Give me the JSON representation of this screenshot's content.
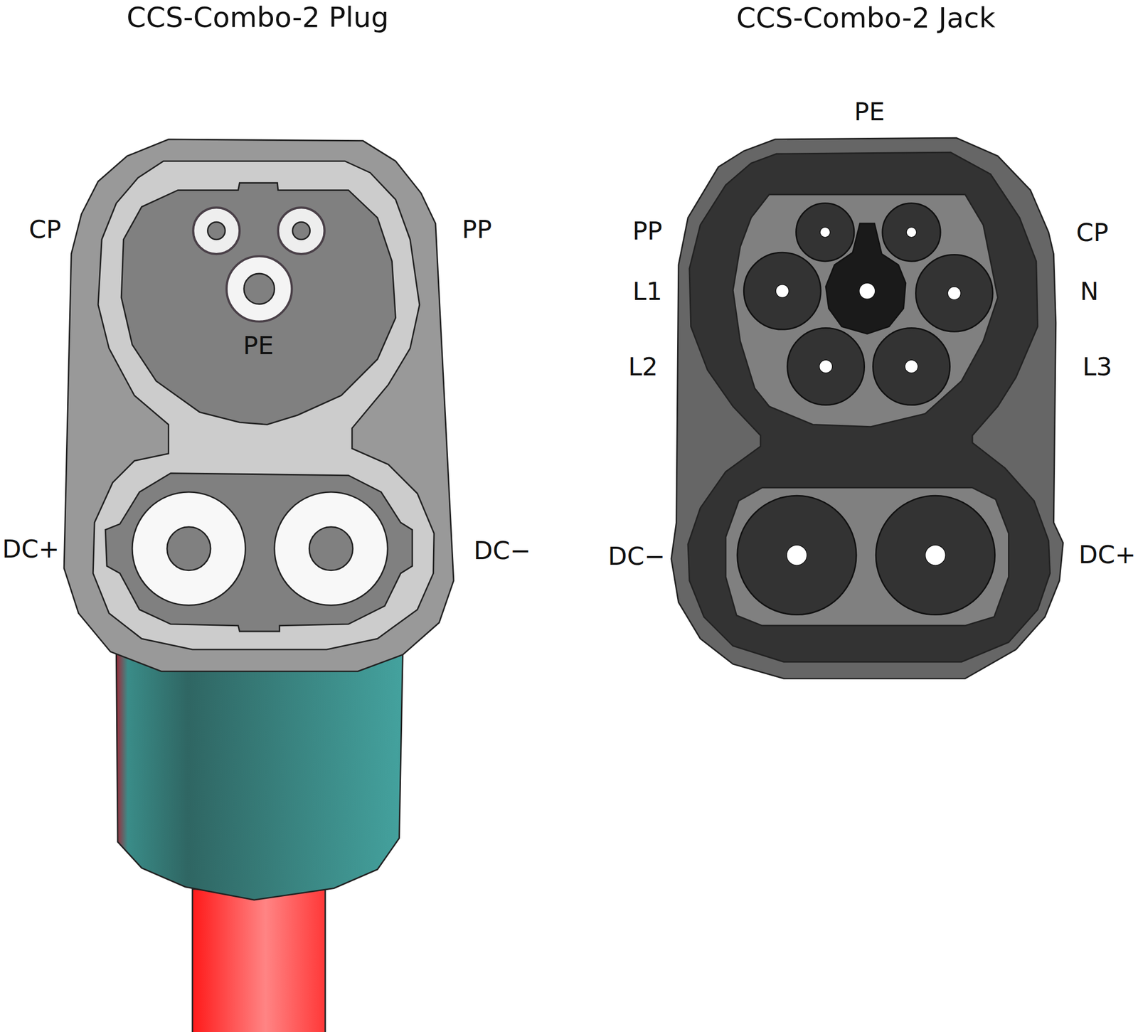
{
  "diagram": {
    "labels": [
      "CCS-Combo-2 Plug",
      "CP",
      "PP",
      "PE",
      "DC+",
      "DC−",
      "CCS-Combo-2 Jack",
      "PE",
      "PP",
      "CP",
      "L1",
      "N",
      "L2",
      "L3",
      "DC−",
      "DC+"
    ]
  }
}
